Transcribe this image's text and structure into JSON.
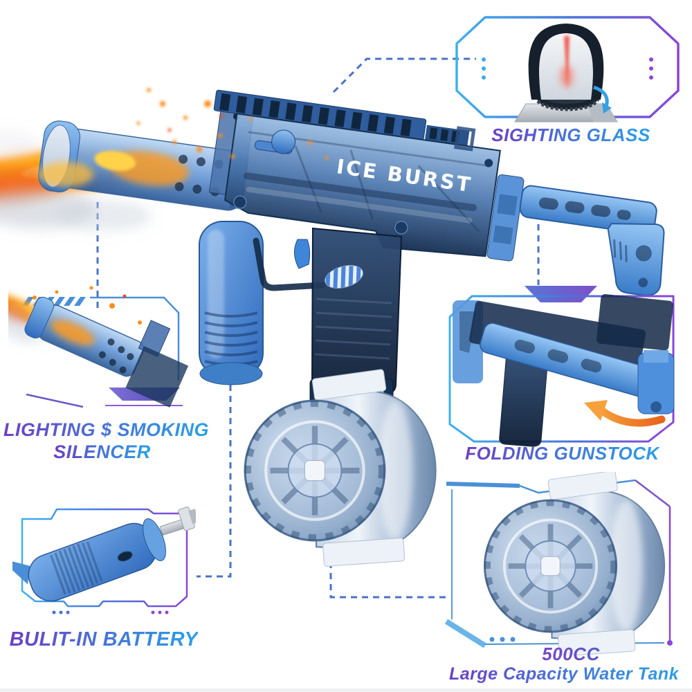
{
  "title": "Electric water gun feature diagram",
  "gun": {
    "label": "ICE BURST"
  },
  "callouts": {
    "sighting_glass": {
      "label": "SIGHTING GLASS",
      "icon": "red-dot-sight"
    },
    "silencer": {
      "label_line1": "LIGHTING $ SMOKING",
      "label_line2": "SILENCER",
      "icon": "flaming-silencer"
    },
    "gunstock": {
      "label": "FOLDING GUNSTOCK",
      "icon": "folding-stock-with-arrow"
    },
    "battery": {
      "label": "BULIT-IN BATTERY",
      "icon": "grip-battery-usb"
    },
    "water_tank": {
      "label_line1": "500CC",
      "label_line2": "Large Capacity Water Tank",
      "icon": "drum-water-tank"
    }
  },
  "colors": {
    "accent_purple": "#8b46d8",
    "accent_blue": "#2aa0e6",
    "frame_blue": "#4a90d8",
    "connector_blue": "#4a72c8",
    "gun_blue": "#3b78c4",
    "flame_orange": "#ff8c14",
    "background": "#ffffff"
  }
}
